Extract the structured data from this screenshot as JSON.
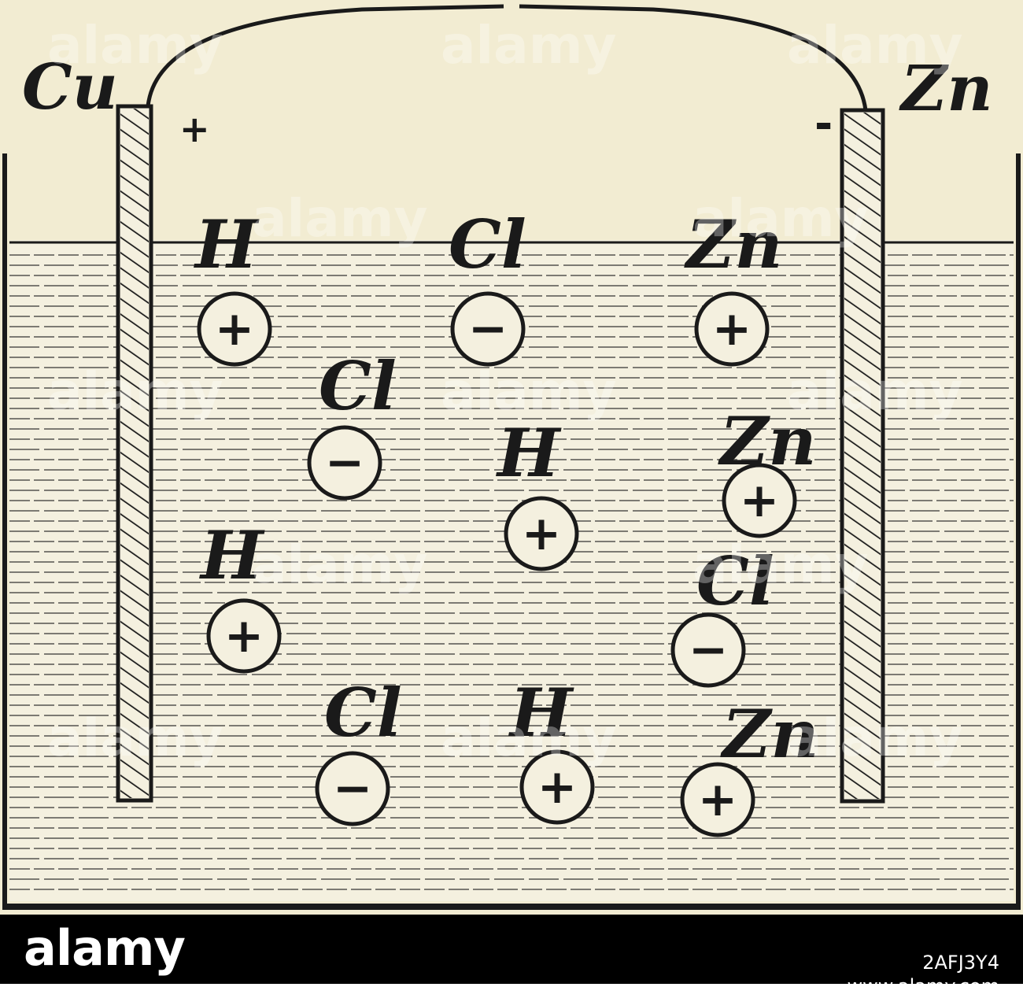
{
  "colors": {
    "paper": "#f2ecd2",
    "ink": "#1a1a1a",
    "liquid": "#f4f0df",
    "banner": "#000000",
    "banner_text": "#ffffff",
    "watermark": "#ffffff"
  },
  "electrodes": {
    "left": {
      "label": "Cu",
      "sign": "+"
    },
    "right": {
      "label": "Zn",
      "sign": "-"
    }
  },
  "ions": [
    {
      "label": "H",
      "charge": "+"
    },
    {
      "label": "Cl",
      "charge": "−"
    },
    {
      "label": "Zn",
      "charge": "+"
    },
    {
      "label": "Cl",
      "charge": "−"
    },
    {
      "label": "H",
      "charge": "+"
    },
    {
      "label": "Zn",
      "charge": "+"
    },
    {
      "label": "H",
      "charge": "+"
    },
    {
      "label": "Cl",
      "charge": "−"
    },
    {
      "label": "Cl",
      "charge": "−"
    },
    {
      "label": "H",
      "charge": "+"
    },
    {
      "label": "Zn",
      "charge": "+"
    }
  ],
  "watermark": {
    "text": "alamy"
  },
  "banner": {
    "logo": "alamy",
    "image_id": "2AFJ3Y4",
    "site": "www.alamy.com"
  }
}
